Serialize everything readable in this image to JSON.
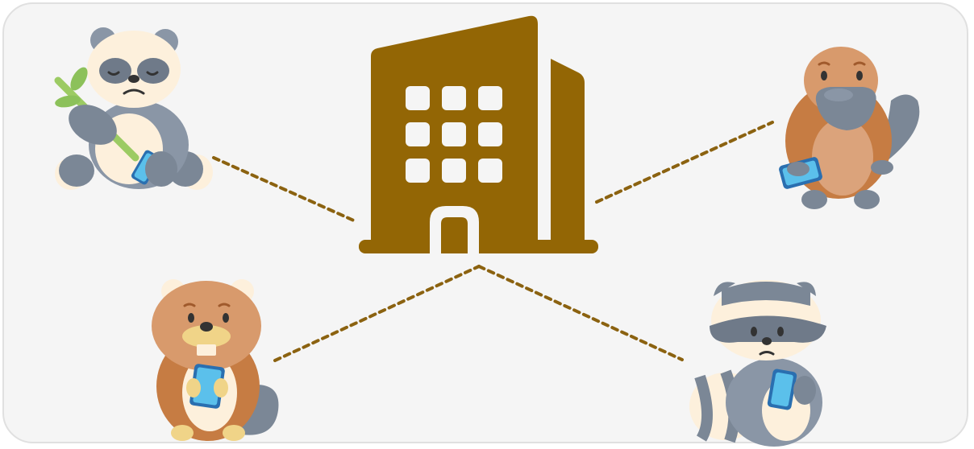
{
  "diagram": {
    "hub": {
      "name": "office-building",
      "icon": "building-icon",
      "color": "#936605"
    },
    "connector": {
      "style": "dotted",
      "color": "#8b6210"
    },
    "nodes": [
      {
        "name": "panda",
        "icon": "panda-with-phone-icon"
      },
      {
        "name": "platypus",
        "icon": "platypus-with-phone-icon"
      },
      {
        "name": "beaver",
        "icon": "beaver-with-phone-icon"
      },
      {
        "name": "raccoon",
        "icon": "raccoon-with-phone-icon"
      }
    ]
  }
}
